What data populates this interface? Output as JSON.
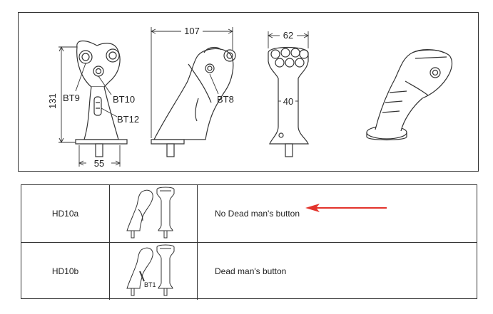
{
  "drawing": {
    "dimensions": {
      "height_131": "131",
      "width_107": "107",
      "width_62": "62",
      "width_55": "55",
      "width_40": "40"
    },
    "buttons": {
      "bt9": "BT9",
      "bt10": "BT10",
      "bt12": "BT12",
      "bt8": "BT8"
    }
  },
  "table": {
    "rows": [
      {
        "model": "HD10a",
        "description": "No Dead man's button"
      },
      {
        "model": "HD10b",
        "description": "Dead man's button",
        "callout": "BT1"
      }
    ]
  },
  "colors": {
    "arrow": "#e3332b",
    "line": "#333333"
  }
}
